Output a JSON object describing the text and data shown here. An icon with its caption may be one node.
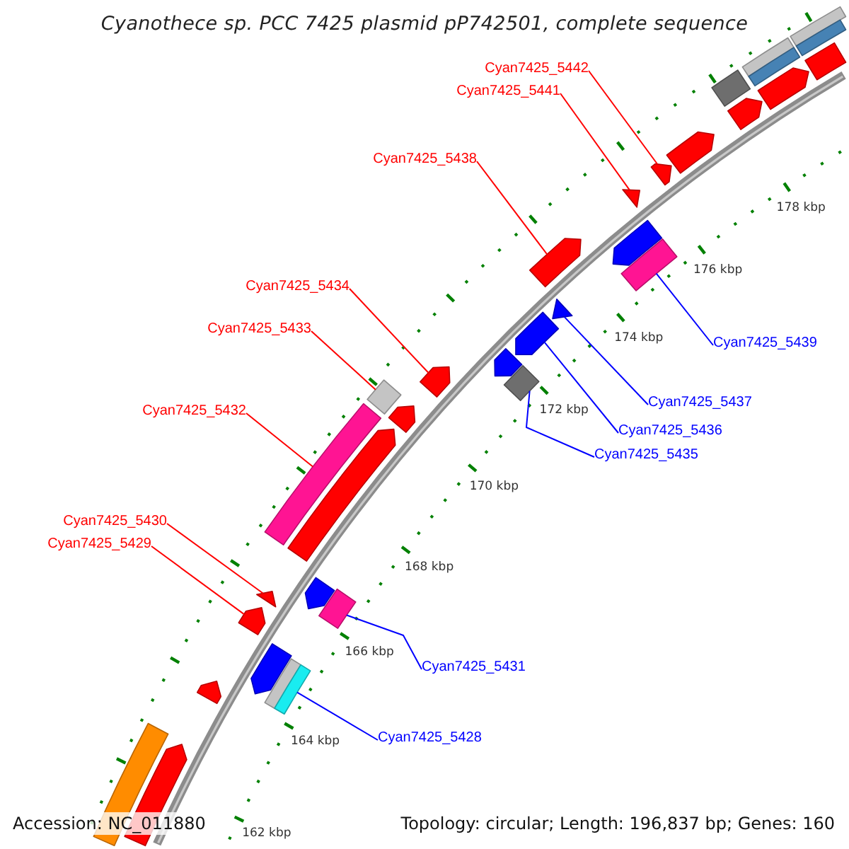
{
  "diagram": {
    "title": "Cyanothece sp. PCC 7425 plasmid pP742501, complete sequence",
    "nodes": [
      {
        "text": [
          "Cyan7425_5442"
        ]
      },
      {
        "text": [
          "Cyan7425_5441"
        ]
      },
      {
        "text": [
          "Cyan7425_5438"
        ]
      },
      {
        "text": [
          "Cyan7425_5434"
        ]
      },
      {
        "text": [
          "Cyan7425_5433"
        ]
      },
      {
        "text": [
          "Cyan7425_5439"
        ]
      },
      {
        "text": [
          "Cyan7425_5437"
        ]
      },
      {
        "text": [
          "Cyan7425_5432"
        ]
      },
      {
        "text": [
          "Cyan7425_5436"
        ]
      },
      {
        "text": [
          "Cyan7425_5435"
        ]
      },
      {
        "text": [
          "Cyan7425_5430"
        ]
      },
      {
        "text": [
          "Cyan7425_5429"
        ]
      },
      {
        "text": [
          "Cyan7425_5431"
        ]
      },
      {
        "text": [
          "Cyan7425_5428"
        ]
      },
      {
        "text": [],
        "shape": "bar"
      },
      {
        "text": [],
        "shape": "bar"
      },
      {
        "text": [],
        "shape": "bar"
      },
      {
        "text": [],
        "shape": "bar"
      },
      {
        "text": [],
        "shape": "bar"
      },
      {
        "text": [],
        "shape": "arrow"
      },
      {
        "text": [],
        "shape": "box"
      },
      {
        "text": [],
        "shape": "arrow"
      },
      {
        "text": [],
        "shape": "arrow"
      },
      {
        "text": [],
        "shape": "arrow"
      },
      {
        "text": [],
        "shape": "triangle"
      },
      {
        "text": [],
        "shape": "arrow"
      },
      {
        "text": [],
        "shape": "arrow"
      },
      {
        "text": [],
        "shape": "box"
      },
      {
        "text": [],
        "shape": "triangle"
      },
      {
        "text": [],
        "shape": "arrow"
      },
      {
        "text": [],
        "shape": "arrow"
      },
      {
        "text": [],
        "shape": "box"
      },
      {
        "text": [],
        "shape": "arrow"
      },
      {
        "text": [],
        "shape": "box"
      },
      {
        "text": [],
        "shape": "bar"
      },
      {
        "text": [],
        "shape": "arrow"
      },
      {
        "text": [],
        "shape": "arrow"
      },
      {
        "text": [],
        "shape": "arrow"
      },
      {
        "text": [],
        "shape": "box"
      },
      {
        "text": [],
        "shape": "triangle"
      },
      {
        "text": [],
        "shape": "arrow"
      },
      {
        "text": [],
        "shape": "arrow"
      },
      {
        "text": [],
        "shape": "bar"
      },
      {
        "text": [],
        "shape": "bar"
      },
      {
        "text": [],
        "shape": "arrow"
      },
      {
        "text": [],
        "shape": "bar"
      },
      {
        "text": [],
        "shape": "arrow"
      }
    ],
    "edges": [
      {
        "from": 0,
        "to": 23,
        "arrow": "none"
      },
      {
        "from": 1,
        "to": 24,
        "arrow": "none"
      },
      {
        "from": 2,
        "to": 26,
        "arrow": "none"
      },
      {
        "from": 3,
        "to": 32,
        "arrow": "none"
      },
      {
        "from": 4,
        "to": 33,
        "arrow": "none"
      },
      {
        "from": 5,
        "to": 27,
        "arrow": "none",
        "color": "#0000ff"
      },
      {
        "from": 6,
        "to": 28,
        "arrow": "none",
        "color": "#0000ff"
      },
      {
        "from": 7,
        "to": 34,
        "arrow": "none"
      },
      {
        "from": 8,
        "to": 29,
        "arrow": "none",
        "color": "#0000ff"
      },
      {
        "from": 9,
        "to": 31,
        "arrow": "none",
        "color": "#0000ff"
      },
      {
        "from": 10,
        "to": 39,
        "arrow": "none"
      },
      {
        "from": 11,
        "to": 40,
        "arrow": "none"
      },
      {
        "from": 12,
        "to": 38,
        "arrow": "none",
        "color": "#0000ff"
      },
      {
        "from": 13,
        "to": 43,
        "arrow": "none",
        "color": "#0000ff"
      }
    ],
    "labels": [
      "178 kbp",
      "176 kbp",
      "174 kbp",
      "172 kbp",
      "170 kbp",
      "168 kbp",
      "166 kbp",
      "164 kbp",
      "162 kbp",
      "Accession: NC_011880",
      "Topology: circular; Length: 196,837 bp; Genes: 160"
    ]
  }
}
